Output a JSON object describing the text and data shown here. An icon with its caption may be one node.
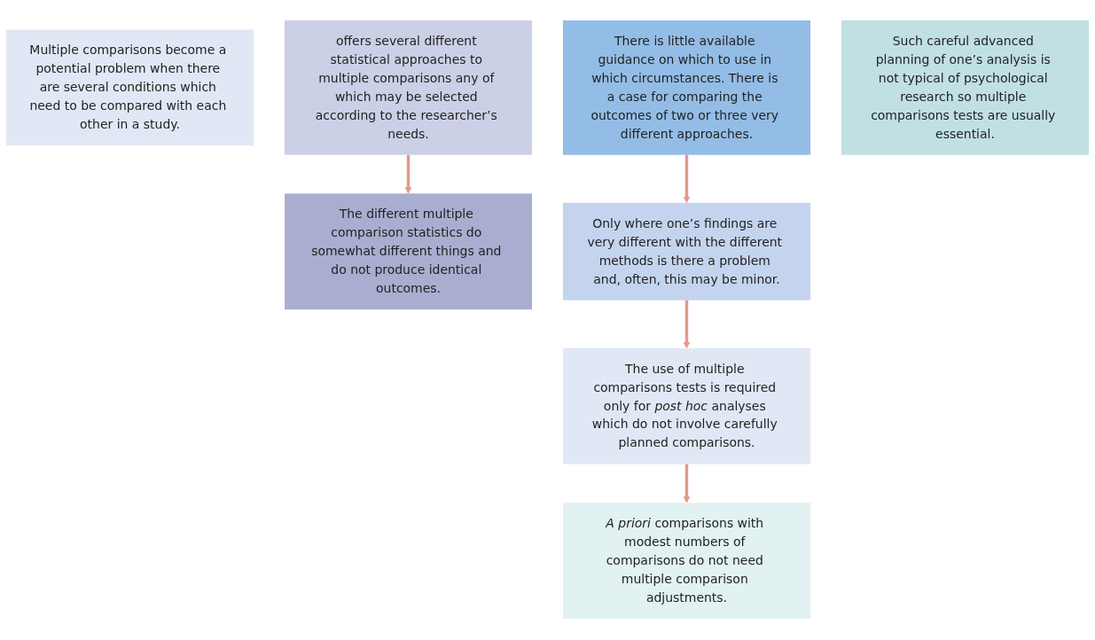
{
  "diagram": {
    "nodes": [
      {
        "text": [
          "Multiple comparisons become a potential problem when there are several conditions which need to be compared with each other in a study."
        ]
      },
      {
        "text": [
          "offers several different statistical approaches to multiple comparisons any of which may be selected according to the researcher’s needs."
        ]
      },
      {
        "text": [
          "The different multiple comparison statistics do somewhat different things and do not produce identical outcomes."
        ]
      },
      {
        "text": [
          "The use of multiple comparisons tests is required only for *post hoc* analyses which do not involve carefully planned comparisons."
        ]
      },
      {
        "text": [
          "Only where one’s findings are very different with the different methods is there a problem and, often, this may be minor."
        ]
      },
      {
        "text": [
          "There is little available guidance on which to use in which circumstances. There is a case for comparing the outcomes of two or three very different approaches."
        ]
      },
      {
        "text": [
          "*A priori* comparisons with modest numbers of comparisons do not need multiple comparison adjustments."
        ]
      },
      {
        "text": [
          "Such careful advanced planning of one’s analysis is not typical of psychological research so multiple comparisons tests are usually essential."
        ]
      }
    ],
    "edges": [
      {
        "from": 1,
        "to": 2,
        "arrow": "to"
      },
      {
        "from": 5,
        "to": 4,
        "arrow": "to"
      },
      {
        "from": 4,
        "to": 3,
        "arrow": "to"
      },
      {
        "from": 3,
        "to": 6,
        "arrow": "to"
      }
    ]
  }
}
